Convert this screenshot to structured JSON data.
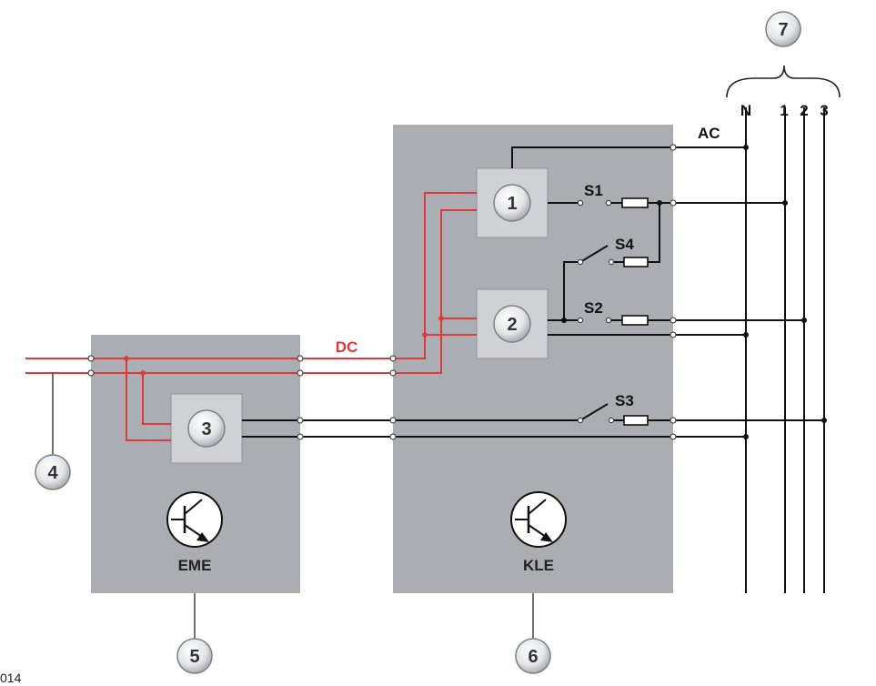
{
  "labels": {
    "ac": "AC",
    "dc": "DC",
    "neutral": "N",
    "phase1": "1",
    "phase2": "2",
    "phase3": "3",
    "s1": "S1",
    "s2": "S2",
    "s3": "S3",
    "s4": "S4",
    "eme": "EME",
    "kle": "KLE",
    "footer_code": "014"
  },
  "callouts": {
    "c1": "1",
    "c2": "2",
    "c3": "3",
    "c4": "4",
    "c5": "5",
    "c6": "6",
    "c7": "7"
  },
  "colors": {
    "box_fill": "#aaadb2",
    "module_fill": "#cfd1d4",
    "wire_black": "#111111",
    "wire_red": "#e0393b",
    "callout_fill": "#dcdde0"
  }
}
